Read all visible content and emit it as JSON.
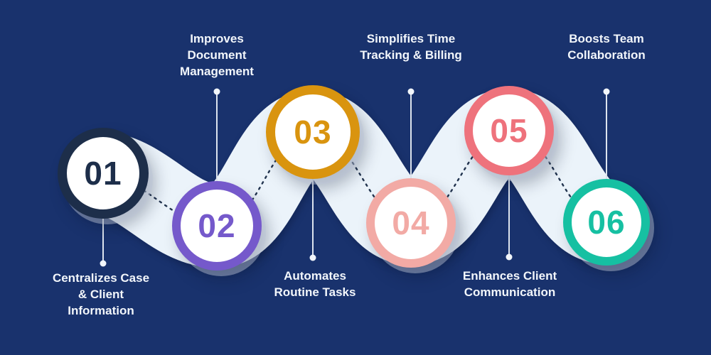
{
  "background_color": "#19326d",
  "ribbon_color": "#ebf3fa",
  "dotted_line_color": "#22344f",
  "stem_line_color": "#dde4ee",
  "stem_dot_color": "#f2f6fb",
  "steps": [
    {
      "number": "01",
      "label": "Centralizes Case\n& Client\nInformation",
      "color": "#1d2e4a",
      "label_position": "below"
    },
    {
      "number": "02",
      "label": "Improves\nDocument\nManagement",
      "color": "#7559cb",
      "label_position": "above"
    },
    {
      "number": "03",
      "label": "Automates\nRoutine Tasks",
      "color": "#d9940f",
      "label_position": "below"
    },
    {
      "number": "04",
      "label": "Simplifies Time\nTracking & Billing",
      "color": "#f2aaa5",
      "label_position": "above"
    },
    {
      "number": "05",
      "label": "Enhances Client\nCommunication",
      "color": "#ee727c",
      "label_position": "below"
    },
    {
      "number": "06",
      "label": "Boosts Team\nCollaboration",
      "color": "#16c0a2",
      "label_position": "above"
    }
  ]
}
